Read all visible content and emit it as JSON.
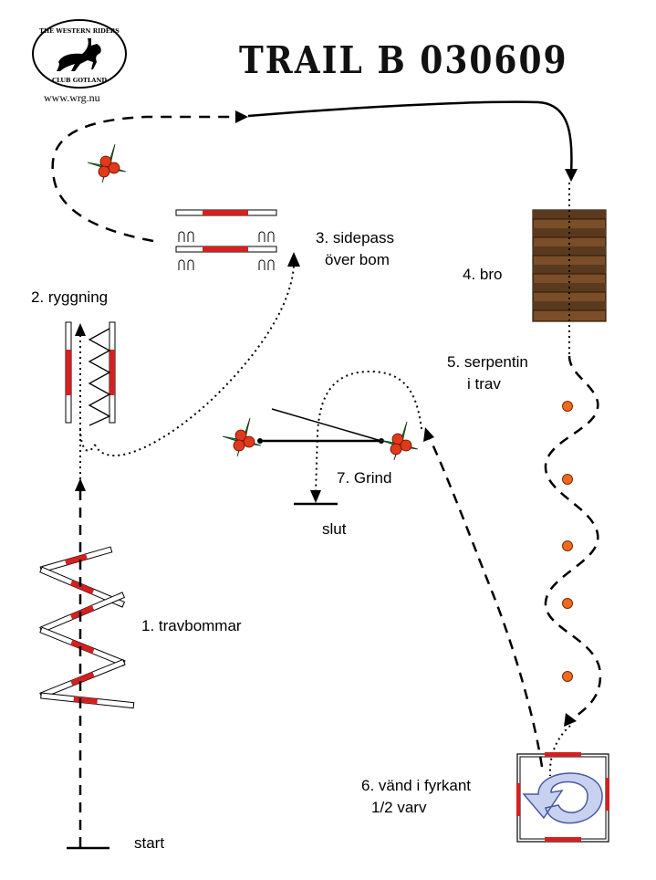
{
  "title": "TRAIL B 030609",
  "logo": {
    "top_text": "THE WESTERN RIDERS",
    "bottom_text": "CLUB GOTLAND",
    "url": "www.wrg.nu"
  },
  "stations": {
    "s1": "1. travbommar",
    "s2": "2. ryggning",
    "s3_line1": "3. sidepass",
    "s3_line2": "över bom",
    "s4": "4. bro",
    "s5_line1": "5. serpentin",
    "s5_line2": "i trav",
    "s6_line1": "6. vänd i fyrkant",
    "s6_line2": "1/2  varv",
    "s7": "7. Grind",
    "start": "start",
    "slut": "slut"
  },
  "colors": {
    "pole_red": "#d42020",
    "cone": "#f06a1e",
    "bridge_dark": "#5a3a1e",
    "bridge_light": "#8a5a30",
    "arrow_fill": "#c8d2f0",
    "arrow_stroke": "#4a5aa0",
    "plant_leaf": "#2a8a2a",
    "plant_fruit": "#e03a1a"
  }
}
